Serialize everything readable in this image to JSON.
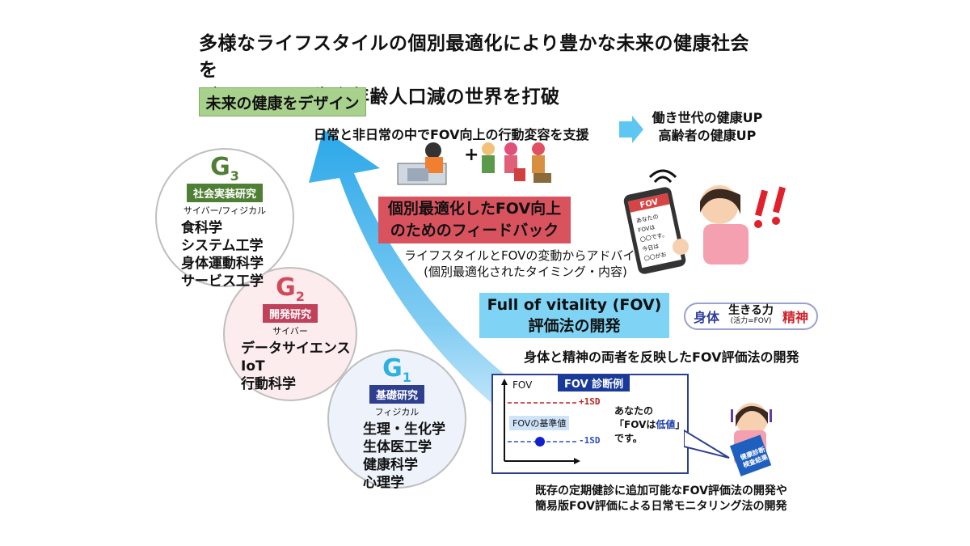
{
  "title_line1": "多様なライフスタイルの個別最適化により豊かな未来の健康社会を",
  "title_line2": "デザインし、生産年齢人口減の世界を打破",
  "design_label": "未来の健康をデザイン",
  "support_text": "日常と非日常の中でFOV向上の行動変容を支援",
  "plus_sign": "+",
  "outcome": {
    "line1": "働き世代の健康UP",
    "line2": "高齢者の健康UP"
  },
  "feedback": {
    "line1": "個別最適化したFOV向上",
    "line2": "のためのフィードバック"
  },
  "advice": {
    "line1": "ライフスタイルとFOVの変動からアドバイス",
    "line2": "(個別最適化されたタイミング・内容)"
  },
  "phone": {
    "header": "FOV",
    "message": "あなたのFOVは〇〇です。今日は〇〇がおススメ!"
  },
  "fov_method": {
    "line1": "Full of vitality (FOV)",
    "line2": "評価法の開発"
  },
  "vitality": {
    "body": "身体",
    "center": "生きる力",
    "center_sub": "(活力=FOV)",
    "mind": "精神"
  },
  "reflect_text": "身体と精神の両者を反映したFOV評価法の開発",
  "diagnosis": {
    "title": "FOV 診断例",
    "y_label": "FOV",
    "plus_sd": "+1SD",
    "minus_sd": "-1SD",
    "baseline": "FOVの基準値",
    "msg1": "あなたの",
    "msg2_pre": "「FOVは",
    "msg2_low": "低値",
    "msg2_post": "」",
    "msg3": "です。"
  },
  "book_text": "健康診断 検査結果",
  "bottom_note": {
    "line1": "既存の定期健診に追加可能なFOV評価法の開発や",
    "line2": "簡易版FOV評価による日常モニタリング法の開発"
  },
  "g3": {
    "letter": "G",
    "num": "3",
    "tag": "社会実装研究",
    "sub": "サイバー/フィジカル",
    "fields": [
      "食科学",
      "システム工学",
      "身体運動科学",
      "サービス工学"
    ]
  },
  "g2": {
    "letter": "G",
    "num": "2",
    "tag": "開発研究",
    "sub": "サイバー",
    "fields": [
      "データサイエンス",
      "IoT",
      "行動科学"
    ]
  },
  "g1": {
    "letter": "G",
    "num": "1",
    "tag": "基礎研究",
    "sub": "フィジカル",
    "fields": [
      "生理・生化学",
      "生体医工学",
      "健康科学",
      "心理学"
    ]
  },
  "colors": {
    "g3": "#4f7f34",
    "g2": "#d04a5a",
    "g1": "#2bb0e0",
    "green_box": "#a9d18e",
    "red_box": "#d9535f",
    "blue_box": "#7fd3f4",
    "navy": "#2f3f8f"
  }
}
